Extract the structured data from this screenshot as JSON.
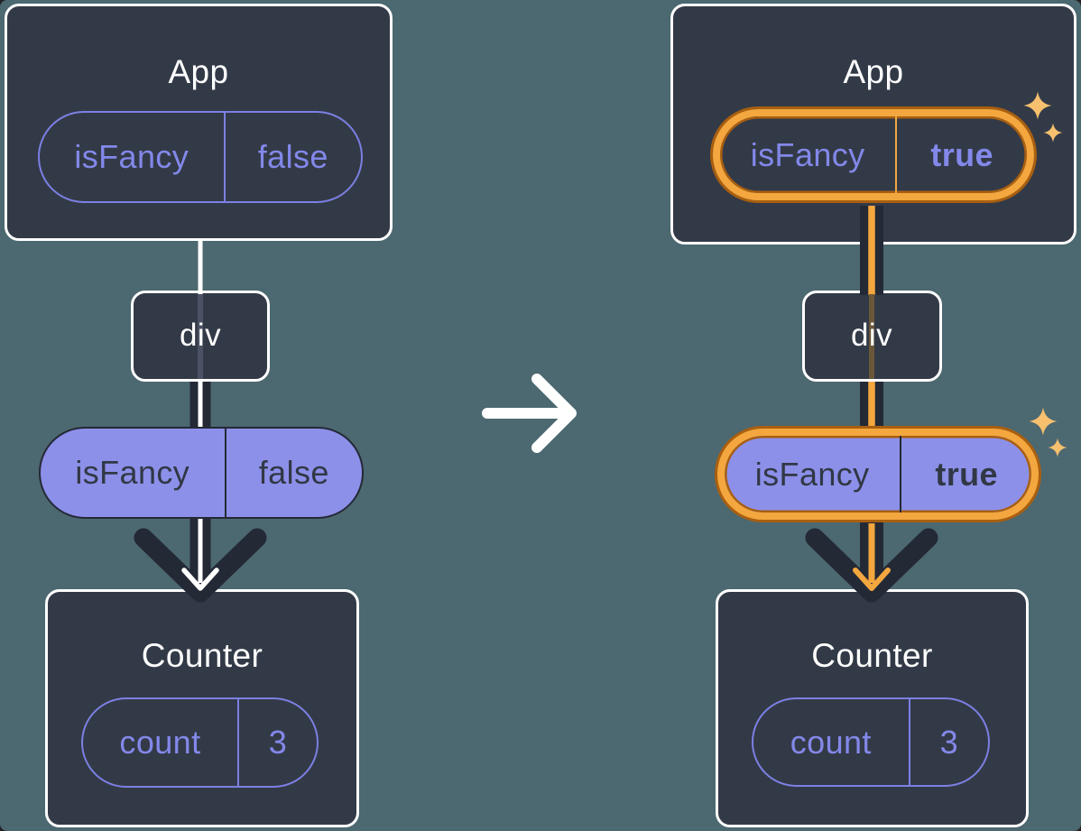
{
  "diagram": {
    "before": {
      "app": {
        "title": "App",
        "state": {
          "name": "isFancy",
          "value": "false"
        }
      },
      "div": {
        "label": "div"
      },
      "prop": {
        "name": "isFancy",
        "value": "false"
      },
      "counter": {
        "title": "Counter",
        "state": {
          "name": "count",
          "value": "3"
        }
      }
    },
    "after": {
      "app": {
        "title": "App",
        "state": {
          "name": "isFancy",
          "value": "true"
        }
      },
      "div": {
        "label": "div"
      },
      "prop": {
        "name": "isFancy",
        "value": "true"
      },
      "counter": {
        "title": "Counter",
        "state": {
          "name": "count",
          "value": "3"
        }
      }
    }
  },
  "icons": {
    "transition_arrow": "right-arrow",
    "sparkles": "four-point-stars"
  },
  "colors": {
    "background": "#4c6870",
    "panel": "#333a47",
    "panel-border": "#ffffff",
    "ink": "#242936",
    "ink-text": "#313845",
    "purple-line": "#7b80e3",
    "purple-text": "#8388ea",
    "purple-fill": "#8c90e9",
    "orange": "#f3a73e",
    "orange-dark": "#a95f10",
    "muted-slate": "#4b5263",
    "muted-brown": "#6a5739",
    "sparkle": "#f6c06f"
  }
}
